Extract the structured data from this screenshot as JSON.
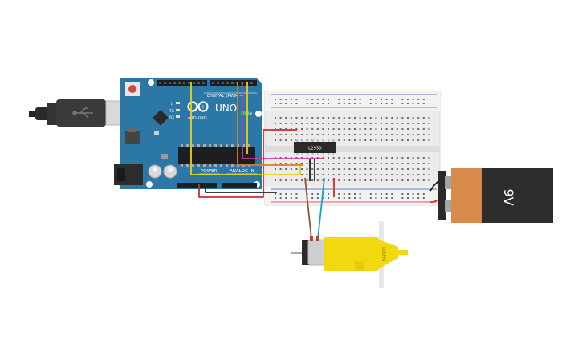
{
  "arduino": {
    "brand_text": "ARDUINO",
    "model_text": "UNO",
    "digital_label": "DIGITAL (PWM~)",
    "power_label": "POWER",
    "analog_label": "ANALOG IN",
    "on_label": "ON",
    "tx_label": "TX",
    "rx_label": "RX",
    "l_label": "L"
  },
  "chip": {
    "label": "L293D"
  },
  "battery": {
    "label": "9V"
  },
  "motor": {
    "label": "DGPM"
  },
  "colors": {
    "board": "#2b78a7",
    "board_dark": "#1f5f86",
    "breadboard": "#ebebeb",
    "rail_red": "#d9302c",
    "rail_blue": "#2b5fa8",
    "wire_red": "#d42a2a",
    "wire_yellow": "#e8d21d",
    "wire_magenta": "#c93b9b",
    "wire_orange": "#e07b1e",
    "wire_black": "#222222",
    "wire_brown": "#8b5a2b",
    "wire_cyan": "#1aa3c6",
    "motor_yellow": "#f1d80f",
    "battery_orange": "#d88a4a",
    "battery_black": "#2d2d2d"
  }
}
